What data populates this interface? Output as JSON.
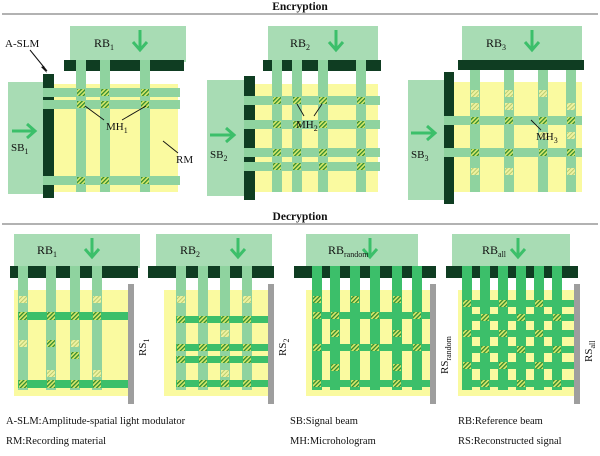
{
  "sections": {
    "encryption": "Encryption",
    "decryption": "Decryption"
  },
  "encryption": {
    "aslm_label": "A-SLM",
    "rm_label": "RM",
    "panels": [
      {
        "rb": "RB",
        "rb_sub": "1",
        "sb": "SB",
        "sb_sub": "1",
        "mh": "MH",
        "mh_sub": "1"
      },
      {
        "rb": "RB",
        "rb_sub": "2",
        "sb": "SB",
        "sb_sub": "2",
        "mh": "MH",
        "mh_sub": "2"
      },
      {
        "rb": "RB",
        "rb_sub": "3",
        "sb": "SB",
        "sb_sub": "3",
        "mh": "MH",
        "mh_sub": "3"
      }
    ]
  },
  "decryption": {
    "panels": [
      {
        "rb": "RB",
        "rb_sub": "1",
        "rs": "RS",
        "rs_sub": "1"
      },
      {
        "rb": "RB",
        "rb_sub": "2",
        "rs": "RS",
        "rs_sub": "2"
      },
      {
        "rb": "RB",
        "rb_sub": "random",
        "rs": "RS",
        "rs_sub": "random"
      },
      {
        "rb": "RB",
        "rb_sub": "all",
        "rs": "RS",
        "rs_sub": "all"
      }
    ]
  },
  "legend": {
    "aslm": "A-SLM:Amplitude-spatial light modulator",
    "rm": "RM:Recording material",
    "sb": "SB:Signal beam",
    "mh": "MH:Microhologram",
    "rb": "RB:Reference beam",
    "rs": "RS:Reconstructed signal"
  },
  "colors": {
    "beam": "#a8dcb4",
    "beam_line": "#8fd39f",
    "slm": "#0f3d22",
    "material": "#fafaa0",
    "arrow": "#3cbf6a",
    "hologram": "#3a9a3a",
    "rs_bar": "#9e9e9e",
    "decrypt_beam": "#3cbf6a"
  }
}
